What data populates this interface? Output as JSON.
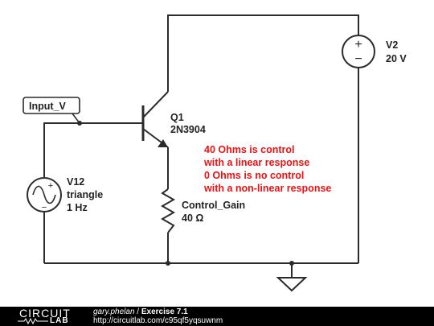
{
  "input_label": "Input_V",
  "transistor": {
    "ref": "Q1",
    "part": "2N3904"
  },
  "source_v2": {
    "ref": "V2",
    "value": "20 V",
    "plus": "+",
    "minus": "−"
  },
  "source_v12": {
    "ref": "V12",
    "waveform": "triangle",
    "frequency": "1 Hz",
    "plus": "+",
    "minus": "−"
  },
  "resistor": {
    "ref": "Control_Gain",
    "value": "40 Ω"
  },
  "note": {
    "line1": "40 Ohms is control",
    "line2": "with a linear response",
    "line3": "0 Ohms is no control",
    "line4": "with a non-linear response",
    "color": "#ee1111"
  },
  "footer": {
    "logo_top": "CIRCUIT",
    "logo_bottom": "LAB",
    "author": "gary.phelan",
    "separator": " / ",
    "title": "Exercise 7.1",
    "url": "http://circuitlab.com/c95qf5yqsuwnm"
  }
}
